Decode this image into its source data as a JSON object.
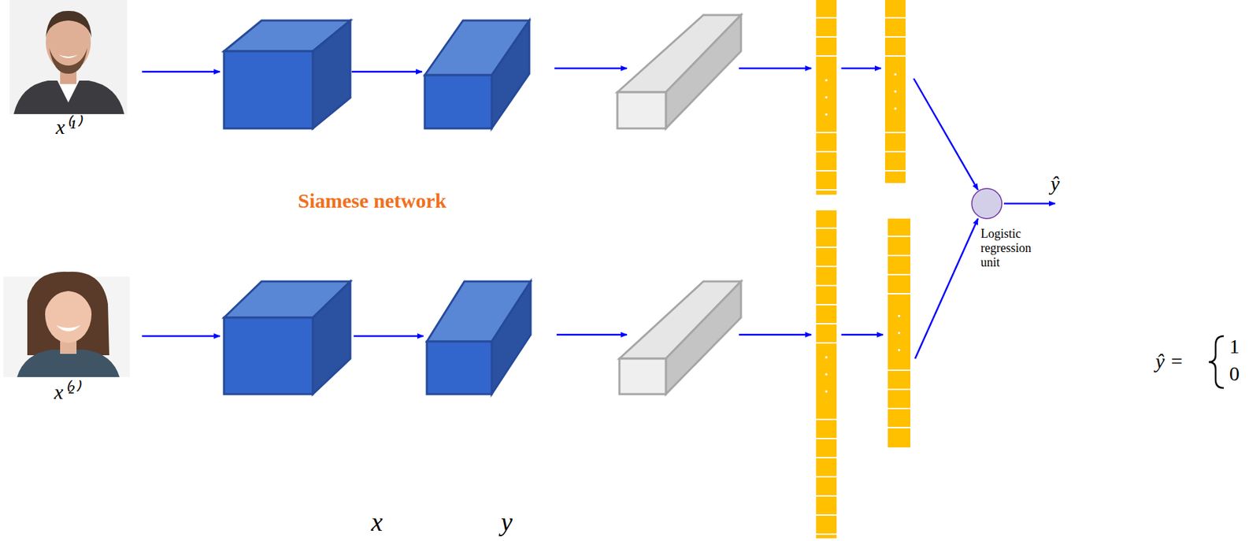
{
  "diagram": {
    "nodes": [
      {
        "text": [
          "x⁽¹⁾"
        ]
      },
      {
        "text": [
          "x⁽²⁾"
        ]
      },
      {
        "text": [
          "Logistic regression unit"
        ]
      }
    ],
    "labels": [
      "Siamese network",
      "x",
      "y",
      "ŷ",
      "ŷ =",
      "1",
      "0"
    ]
  }
}
